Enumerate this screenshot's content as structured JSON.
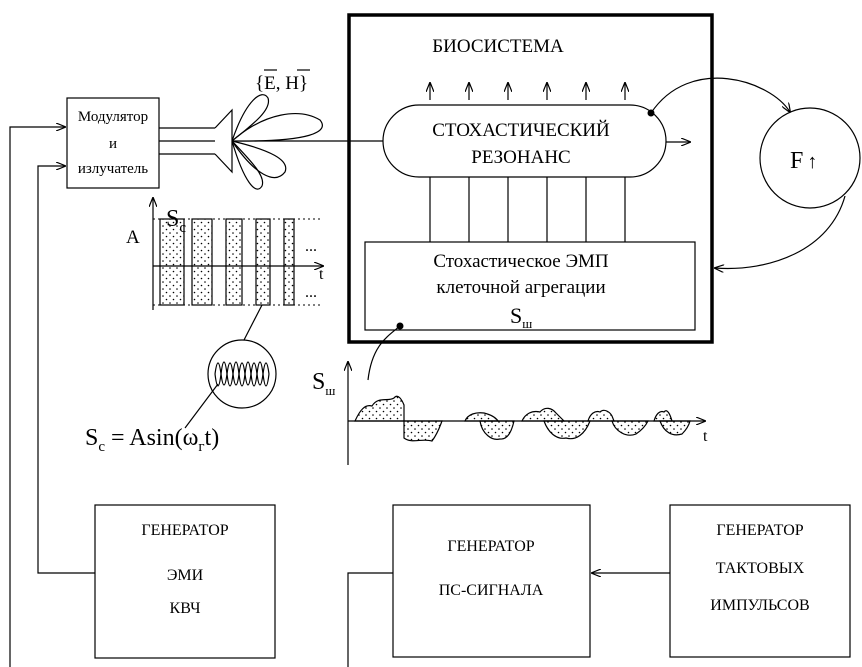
{
  "biosystem": {
    "title": "БИОСИСТЕМА",
    "resonance_line1": "СТОХАСТИЧЕСКИЙ",
    "resonance_line2": "РЕЗОНАНС",
    "aggregation_line1": "Стохастическое ЭМП",
    "aggregation_line2": "клеточной агрегации",
    "aggregation_symbol": "S",
    "aggregation_subscript": "ш"
  },
  "field": {
    "label": "{E, H}",
    "e": "E",
    "h": "H"
  },
  "modulator": {
    "line1": "Модулятор",
    "line2": "и",
    "line3": "излучатель"
  },
  "f_node": {
    "label": "F",
    "arrow": "↑"
  },
  "signal_chart": {
    "y_axis": "A",
    "symbol": "S",
    "subscript": "c",
    "x_axis": "t",
    "formula_main": "S",
    "formula_sub": "c",
    "formula_rest": " = Asin(ω",
    "formula_sub2": "г",
    "formula_tail": "t)"
  },
  "noise_chart": {
    "symbol": "S",
    "subscript": "ш",
    "x_axis": "t"
  },
  "generators": {
    "ehf": {
      "line1": "ГЕНЕРАТОР",
      "line2": "ЭМИ",
      "line3": "КВЧ"
    },
    "ps": {
      "line1": "ГЕНЕРАТОР",
      "line2": "ПС-СИГНАЛА"
    },
    "clock": {
      "line1": "ГЕНЕРАТОР",
      "line2": "ТАКТОВЫХ",
      "line3": "ИМПУЛЬСОВ"
    }
  }
}
